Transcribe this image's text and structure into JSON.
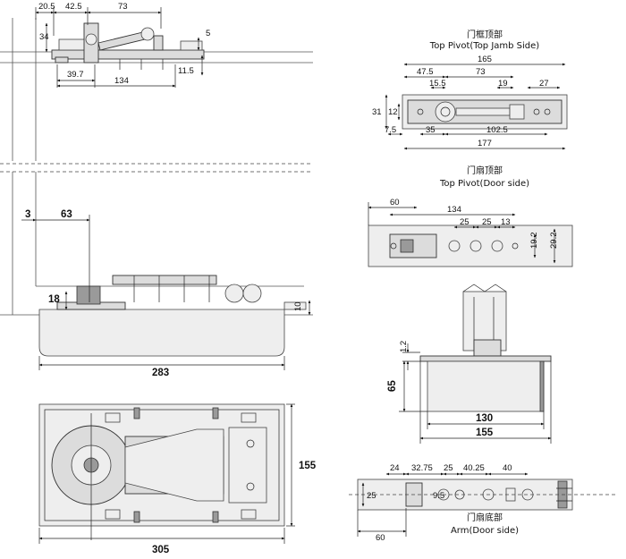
{
  "labels": {
    "top_pivot_jamb_cn": "门框顶部",
    "top_pivot_jamb_en": "Top Pivot(Top Jamb Side)",
    "top_pivot_door_cn": "门扇顶部",
    "top_pivot_door_en": "Top Pivot(Door side)",
    "arm_cn": "门扇底部",
    "arm_en": "Arm(Door side)"
  },
  "dims": {
    "top_assembly": {
      "d20_5": "20.5",
      "d42_5": "42.5",
      "d73": "73",
      "d34": "34",
      "d5": "5",
      "d11_5": "11.5",
      "d39_7": "39.7",
      "d134": "134"
    },
    "side_view": {
      "d3": "3",
      "d63": "63",
      "d18": "18",
      "d10": "10",
      "d283": "283"
    },
    "plan_view": {
      "d155": "155",
      "d305": "305"
    },
    "jamb_pivot": {
      "d165": "165",
      "d47_5": "47.5",
      "d73": "73",
      "d15_5": "15.5",
      "d19": "19",
      "d27": "27",
      "d31": "31",
      "d12": "12",
      "d7_5": "7.5",
      "d35": "35",
      "d102_5": "102.5",
      "d177": "177"
    },
    "door_pivot": {
      "d60": "60",
      "d134": "134",
      "d25a": "25",
      "d25b": "25",
      "d13": "13",
      "d19_2": "19.2",
      "d29_2": "29.2"
    },
    "box_section": {
      "d1_2": "1.2",
      "d65": "65",
      "d130": "130",
      "d155": "155"
    },
    "arm": {
      "d24": "24",
      "d32_75": "32.75",
      "d25a": "25",
      "d40_25": "40.25",
      "d40": "40",
      "d25b": "25",
      "d9_5": "9.5",
      "d60": "60"
    }
  },
  "colors": {
    "line": "#222222",
    "part_fill": "#dcdcdc",
    "light_fill": "#eeeeee",
    "dark_fill": "#9a9a9a"
  }
}
